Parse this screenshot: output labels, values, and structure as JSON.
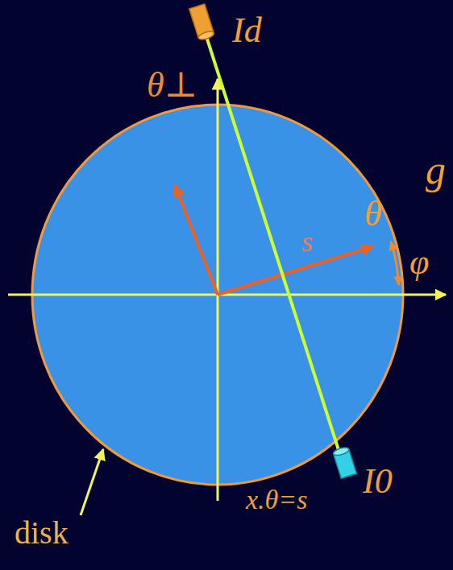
{
  "diagram": {
    "labels": [
      "Id",
      "θ⊥",
      "g",
      "θ",
      "s",
      "φ",
      "disk",
      "x.θ=s",
      "I0"
    ]
  }
}
